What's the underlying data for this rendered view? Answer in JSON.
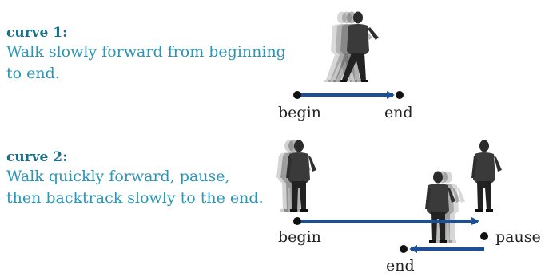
{
  "curve1": {
    "title": "curve 1:",
    "desc_line1": "Walk slowly forward from beginning",
    "desc_line2": "to end.",
    "begin_label": "begin",
    "end_label": "end"
  },
  "curve2": {
    "title": "curve 2:",
    "desc_line1": "Walk quickly forward, pause,",
    "desc_line2": "then backtrack slowly to the end.",
    "begin_label": "begin",
    "pause_label": "pause",
    "end_label": "end"
  },
  "colors": {
    "title": "#1a6f8c",
    "desc": "#2a96b8",
    "arrow": "#1c4f96",
    "dot": "#111111",
    "figure": "#2b2b2b"
  },
  "icons": [
    "walking-person-icon",
    "standing-person-icon"
  ]
}
